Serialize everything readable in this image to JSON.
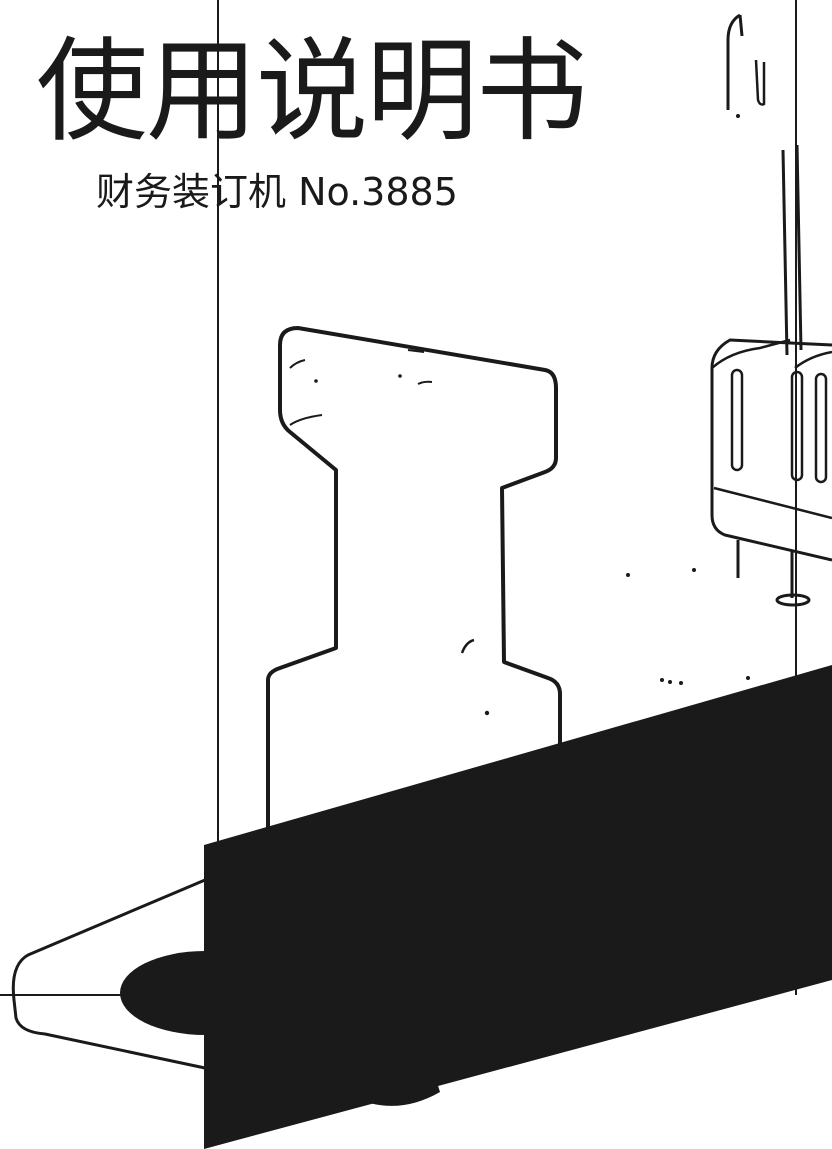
{
  "document": {
    "title": "使用说明书",
    "subtitle": "财务装订机 No.3885"
  },
  "colors": {
    "ink": "#1a1a1a",
    "paper": "#ffffff"
  },
  "illustration": {
    "subject": "binding-machine-line-drawing"
  }
}
